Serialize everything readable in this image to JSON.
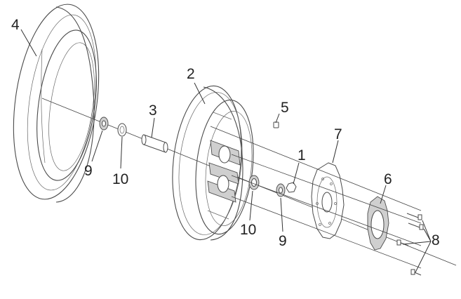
{
  "diagram": {
    "callouts": [
      "4",
      "3",
      "2",
      "5",
      "1",
      "7",
      "6",
      "8",
      "9",
      "10",
      "10",
      "9"
    ]
  }
}
